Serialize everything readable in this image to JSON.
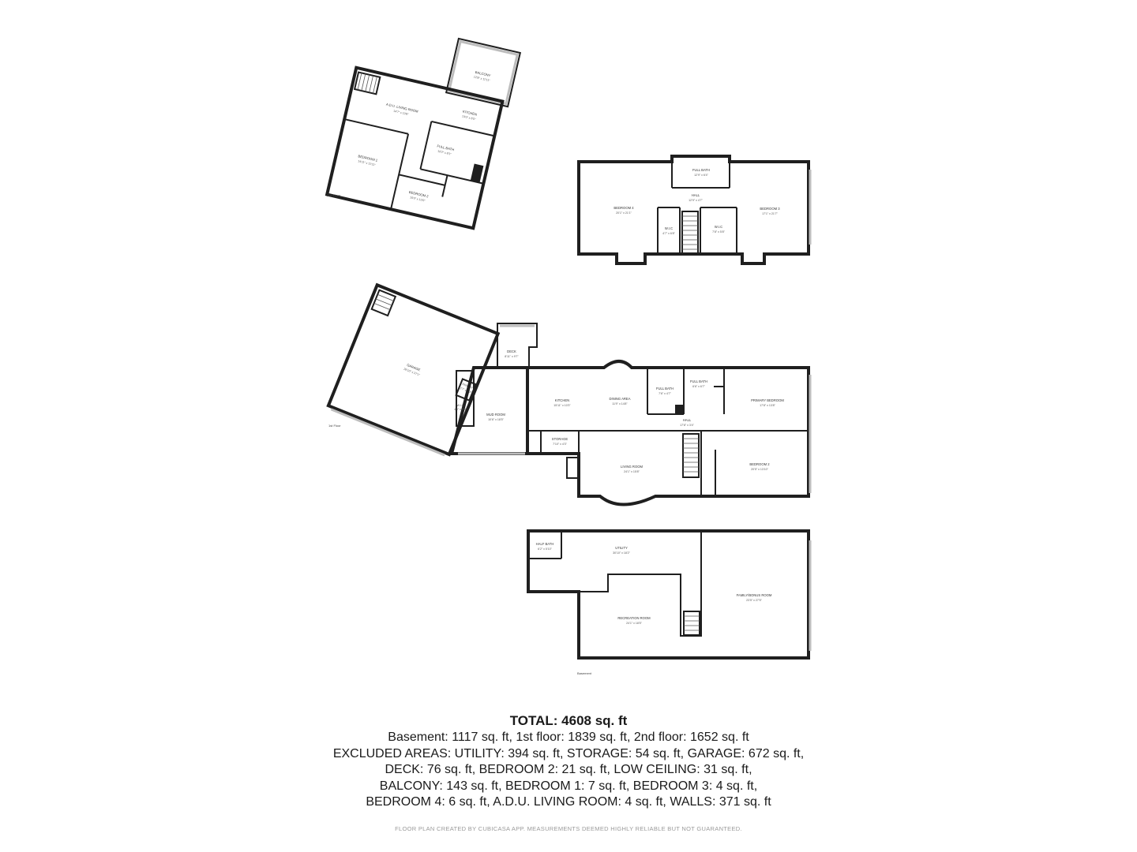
{
  "floors": {
    "second_label": "2nd Floor",
    "first_label": "1st Floor",
    "basement_label": "Basement"
  },
  "rooms": {
    "balcony": {
      "name": "BALCONY",
      "dim": "12'8\" x 11'11\""
    },
    "adu_living": {
      "name": "A.D.U. LIVING ROOM",
      "dim": "14'7\" x 13'6\""
    },
    "kitchen_2": {
      "name": "KITCHEN",
      "dim": "13'0\" x 6'5\""
    },
    "full_bath_2": {
      "name": "FULL BATH",
      "dim": "10'2\" x 8'1\""
    },
    "bedroom_1": {
      "name": "BEDROOM 1",
      "dim": "14'11\" x 11'11\""
    },
    "bedroom_2": {
      "name": "BEDROOM 2",
      "dim": "10'0\" x 10'0\""
    },
    "bedroom_4": {
      "name": "BEDROOM 4",
      "dim": "20'1\" x 21'1\""
    },
    "full_bath_up": {
      "name": "FULL BATH",
      "dim": "12'9\" x 6'4\""
    },
    "hall_up": {
      "name": "HALL",
      "dim": "12'9\" x 4'7\""
    },
    "wic_left": {
      "name": "W.I.C",
      "dim": "4'7\" x 6'8\""
    },
    "wic_right": {
      "name": "W.I.C",
      "dim": "7'8\" x 5'8\""
    },
    "bedroom_3": {
      "name": "BEDROOM 3",
      "dim": "17'1\" x 21'7\""
    },
    "garage": {
      "name": "GARAGE",
      "dim": "26'10\" x 27'1\""
    },
    "deck": {
      "name": "DECK",
      "dim": "8'11\" x 9'7\""
    },
    "mud_room": {
      "name": "MUD ROOM",
      "dim": "10'6\" x 18'5\""
    },
    "kitchen_1": {
      "name": "KITCHEN",
      "dim": "15'11\" x 10'3\""
    },
    "dining_area": {
      "name": "DINING AREA",
      "dim": "11'9\" x 14'8\""
    },
    "full_bath_1a": {
      "name": "FULL BATH",
      "dim": "7'6\" x 4'7\""
    },
    "full_bath_1b": {
      "name": "FULL BATH",
      "dim": "6'6\" x 6'7\""
    },
    "primary_bedroom": {
      "name": "PRIMARY BEDROOM",
      "dim": "17'8\" x 13'8\""
    },
    "hall_1": {
      "name": "HALL",
      "dim": "17'8\" x 3'4\""
    },
    "storage": {
      "name": "STORAGE",
      "dim": "7'10\" x 4'3\""
    },
    "living_room": {
      "name": "LIVING ROOM",
      "dim": "24'1\" x 15'8\""
    },
    "bedroom_2_main": {
      "name": "BEDROOM 2",
      "dim": "20'5\" x 13'10\""
    },
    "half_bath": {
      "name": "HALF BATH",
      "dim": "6'2\" x 5'10\""
    },
    "utility": {
      "name": "UTILITY",
      "dim": "30'10\" x 18'2\""
    },
    "recreation_room": {
      "name": "RECREATION ROOM",
      "dim": "24'1\" x 18'5\""
    },
    "family_room": {
      "name": "FAMILY/BONUS ROOM",
      "dim": "23'5\" x 27'5\""
    },
    "pantry": {
      "name": "PANTRY",
      "dim": "2'7\" x 3'3\""
    },
    "wic_small": {
      "name": "W.I.C",
      "dim": "4'3\" x 3'9\""
    }
  },
  "summary": {
    "total": "TOTAL: 4608 sq. ft",
    "lines": [
      "Basement: 1117 sq. ft, 1st floor: 1839 sq. ft, 2nd floor: 1652 sq. ft",
      "EXCLUDED AREAS: UTILITY: 394 sq. ft, STORAGE: 54 sq. ft, GARAGE: 672 sq. ft,",
      "DECK: 76 sq. ft, BEDROOM 2: 21 sq. ft, LOW CEILING: 31 sq. ft,",
      "BALCONY: 143 sq. ft, BEDROOM 1: 7 sq. ft, BEDROOM 3: 4 sq. ft,",
      "BEDROOM 4: 6 sq. ft, A.D.U. LIVING ROOM: 4 sq. ft, WALLS: 371 sq. ft"
    ]
  },
  "footer": "FLOOR PLAN CREATED BY CUBICASA APP. MEASUREMENTS DEEMED HIGHLY RELIABLE BUT NOT GUARANTEED."
}
